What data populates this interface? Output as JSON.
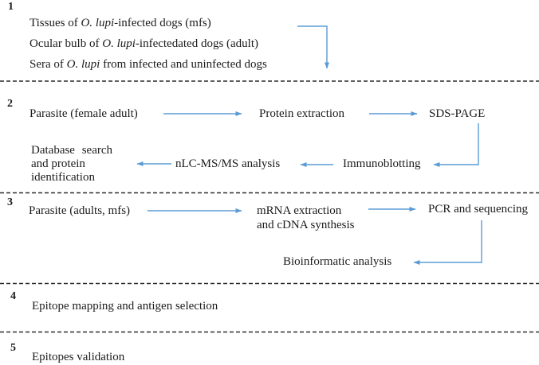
{
  "colors": {
    "arrow": "#5B9BD5",
    "text": "#1c1c1c",
    "separator": "#2b2b2b"
  },
  "sections": {
    "s1": {
      "number": "1",
      "lines": [
        {
          "pre": "Tissues of ",
          "species": "O. lupi",
          "post": "-infected dogs (mfs)"
        },
        {
          "pre": "Ocular bulb of ",
          "species": "O. lupi",
          "post": "-infectedated dogs (adult)"
        },
        {
          "pre": "Sera of ",
          "species": "O. lupi",
          "post": " from infected and uninfected dogs"
        }
      ]
    },
    "s2": {
      "number": "2",
      "parasite": "Parasite (female adult)",
      "protein_extraction": "Protein extraction",
      "sds_page": "SDS-PAGE",
      "immunoblotting": "Immunoblotting",
      "nlc_analysis": "nLC-MS/MS analysis",
      "database_line1": "Database search",
      "database_line2": "and protein",
      "database_line3": "identification"
    },
    "s3": {
      "number": "3",
      "parasite": "Parasite (adults, mfs)",
      "mrna_line1": "mRNA extraction",
      "mrna_line2": "and cDNA synthesis",
      "pcr": "PCR and sequencing",
      "bioinformatic": "Bioinformatic analysis"
    },
    "s4": {
      "number": "4",
      "label": "Epitope mapping and antigen selection"
    },
    "s5": {
      "number": "5",
      "label": "Epitopes validation"
    }
  },
  "connectors": [
    {
      "from": "samples-panel",
      "to": "section-2",
      "style": "elbow-right-down"
    },
    {
      "from": "parasite-female-adult",
      "to": "protein-extraction",
      "style": "straight-right"
    },
    {
      "from": "protein-extraction",
      "to": "sds-page",
      "style": "straight-right"
    },
    {
      "from": "sds-page",
      "to": "immunoblotting",
      "style": "elbow-down-left"
    },
    {
      "from": "immunoblotting",
      "to": "nlc-ms-ms-analysis",
      "style": "straight-left"
    },
    {
      "from": "nlc-ms-ms-analysis",
      "to": "database-search",
      "style": "straight-left"
    },
    {
      "from": "parasite-adults-mfs",
      "to": "mrna-extraction",
      "style": "straight-right"
    },
    {
      "from": "mrna-extraction",
      "to": "pcr-and-sequencing",
      "style": "straight-right"
    },
    {
      "from": "pcr-and-sequencing",
      "to": "bioinformatic-analysis",
      "style": "elbow-down-left"
    }
  ]
}
